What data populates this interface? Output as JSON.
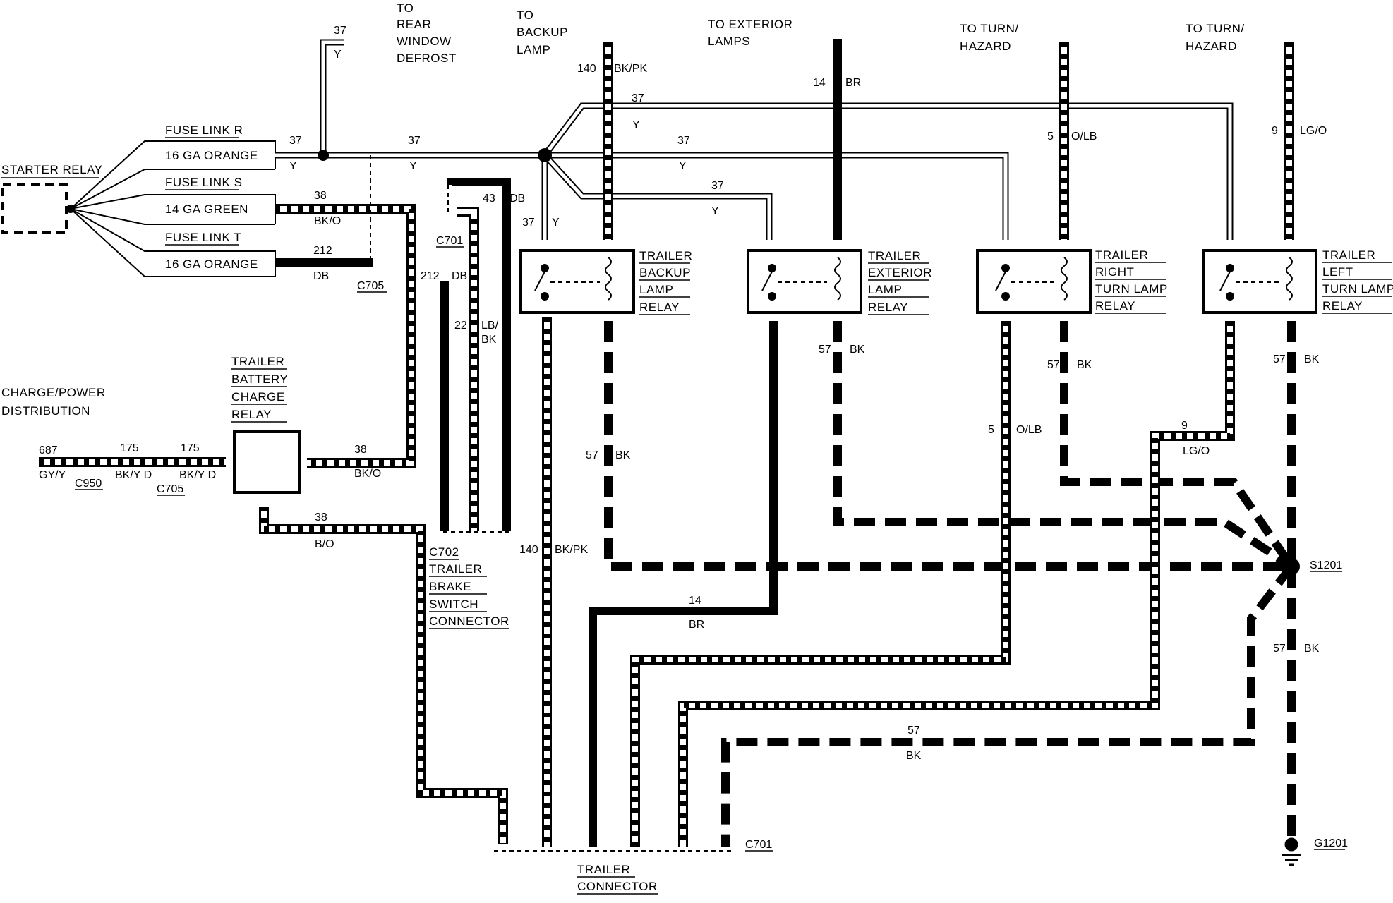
{
  "title_blocks": {
    "rear_window_defrost": [
      "TO",
      "REAR",
      "WINDOW",
      "DEFROST"
    ],
    "backup_lamp": [
      "TO",
      "BACKUP",
      "LAMP"
    ],
    "exterior_lamps": [
      "TO EXTERIOR",
      "LAMPS"
    ],
    "turn_hazard_right": [
      "TO TURN/",
      "HAZARD"
    ],
    "turn_hazard_left": [
      "TO TURN/",
      "HAZARD"
    ]
  },
  "starter_relay": "STARTER RELAY",
  "fuse_links": [
    {
      "name": "FUSE LINK R",
      "gauge": "16 GA ORANGE"
    },
    {
      "name": "FUSE LINK S",
      "gauge": "14 GA GREEN"
    },
    {
      "name": "FUSE LINK T",
      "gauge": "16 GA ORANGE"
    }
  ],
  "charge_power": [
    "CHARGE/POWER",
    "DISTRIBUTION"
  ],
  "battery_relay": [
    "TRAILER",
    "BATTERY",
    "CHARGE",
    "RELAY"
  ],
  "brake_connector": [
    "C702",
    "TRAILER",
    "BRAKE",
    "SWITCH",
    "CONNECTOR"
  ],
  "relays": [
    {
      "lines": [
        "TRAILER",
        "BACKUP",
        "LAMP",
        "RELAY"
      ]
    },
    {
      "lines": [
        "TRAILER",
        "EXTERIOR",
        "LAMP",
        "RELAY"
      ]
    },
    {
      "lines": [
        "TRAILER",
        "RIGHT",
        "TURN LAMP",
        "RELAY"
      ]
    },
    {
      "lines": [
        "TRAILER",
        "LEFT",
        "TURN LAMP",
        "RELAY"
      ]
    }
  ],
  "trailer_connector": [
    "TRAILER",
    "CONNECTOR"
  ],
  "connectors": {
    "c705": "C705",
    "c701": "C701",
    "c950": "C950",
    "s1201": "S1201",
    "g1201": "G1201"
  },
  "wires": {
    "w37": "37",
    "y": "Y",
    "w38": "38",
    "bko": "BK/O",
    "w212": "212",
    "db": "DB",
    "w43": "43",
    "w22": "22",
    "lb": "LB/",
    "bk_": "BK",
    "w140": "140",
    "bkpk": "BK/PK",
    "w14": "14",
    "br": "BR",
    "w5": "5",
    "olb": "O/LB",
    "w9": "9",
    "lgo": "LG/O",
    "w57": "57",
    "bk": "BK",
    "w687": "687",
    "gyy": "GY/Y",
    "w175": "175",
    "bkyd": "BK/Y D",
    "bo": "B/O"
  }
}
